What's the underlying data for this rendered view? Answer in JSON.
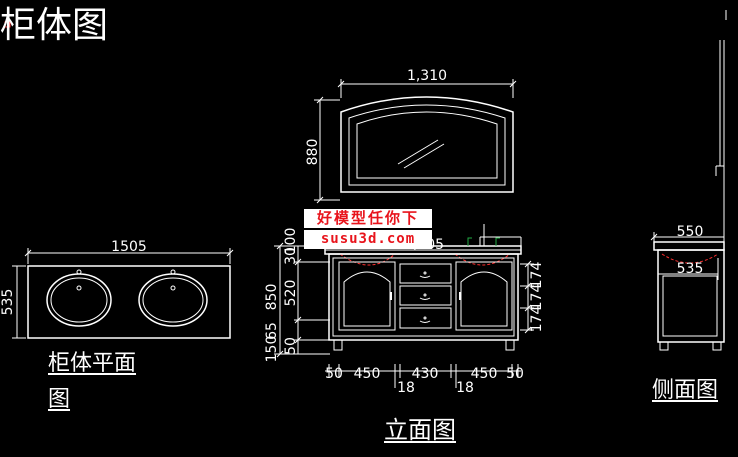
{
  "titles": {
    "main": "柜体图",
    "plan": [
      "柜体平面",
      "图"
    ],
    "elevation": "立面图",
    "side": "侧面图"
  },
  "plan_view": {
    "width_dim": "1505",
    "depth_dim": "535"
  },
  "elevation_view": {
    "mirror_width": "1,310",
    "mirror_height": "880",
    "top_dim": "1,505",
    "height_dims": [
      "30",
      "100",
      "850",
      "520",
      "65",
      "50",
      "150"
    ],
    "right_dims": [
      "174",
      "174",
      "174"
    ],
    "bottom_dims": [
      "50",
      "450",
      "430",
      "450",
      "50"
    ],
    "bottom_sub_dims": [
      "18",
      "18"
    ]
  },
  "side_view": {
    "top_dim": "550",
    "inner_dim": "535"
  },
  "watermark": {
    "line1": "好模型任你下",
    "line2": "susu3d.com"
  },
  "colors": {
    "background": "#000000",
    "lines": "#ffffff",
    "basin_dash": "#ff3030",
    "watermark_text": "#e8141c",
    "faucet": "#22aa44"
  }
}
